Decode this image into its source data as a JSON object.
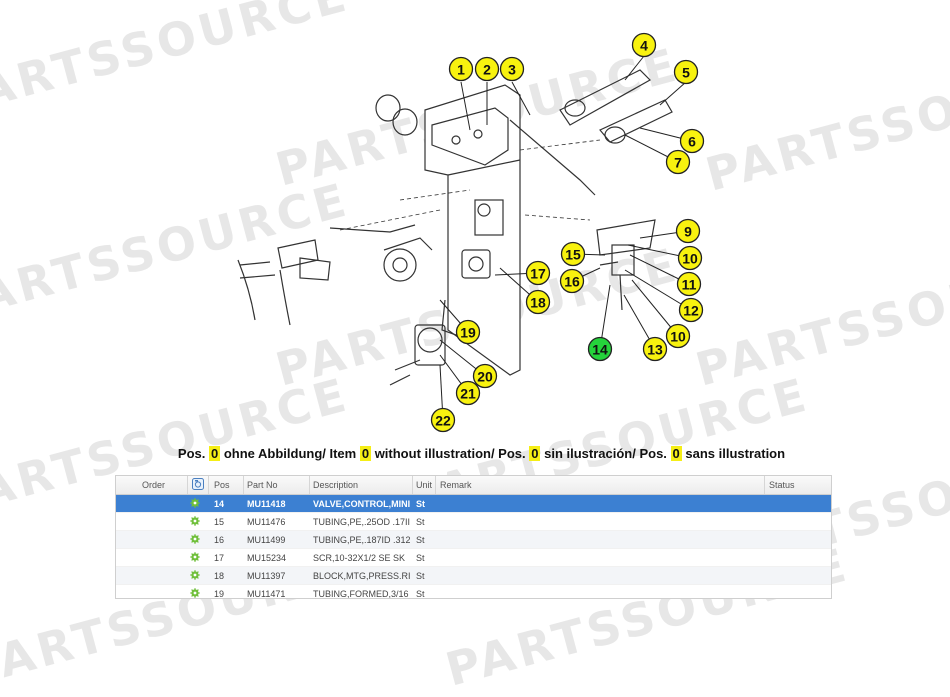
{
  "watermark": "PARTSSOURCE",
  "callouts": [
    "1",
    "2",
    "3",
    "4",
    "5",
    "6",
    "7",
    "9",
    "10",
    "11",
    "12",
    "13",
    "14",
    "15",
    "16",
    "17",
    "18",
    "19",
    "20",
    "21",
    "22",
    "10"
  ],
  "highlighted_callout": "14",
  "colors": {
    "callout_yellow": "#f8f20f",
    "callout_green": "#25d33b",
    "selected_row": "#3c80d2",
    "caption_highlight": "#f5ee16"
  },
  "caption": {
    "pre1": "Pos. ",
    "zero1": "0",
    "post1": " ohne Abbildung/ Item ",
    "zero2": "0",
    "post2": " without illustration/ Pos. ",
    "zero3": "0",
    "post3": " sin ilustración/ Pos. ",
    "zero4": "0",
    "post4": " sans illustration"
  },
  "table": {
    "headers": {
      "order": "Order",
      "icon": "camera-icon",
      "pos": "Pos",
      "part_no": "Part No",
      "description": "Description",
      "unit": "Unit",
      "remark": "Remark",
      "status": "Status"
    },
    "rows": [
      {
        "pos": "14",
        "part_no": "MU11418",
        "description": "VALVE,CONTROL,MINI",
        "unit": "St",
        "selected": true
      },
      {
        "pos": "15",
        "part_no": "MU11476",
        "description": "TUBING,PE,.25OD .17II",
        "unit": "St"
      },
      {
        "pos": "16",
        "part_no": "MU11499",
        "description": "TUBING,PE,.187ID .312",
        "unit": "St"
      },
      {
        "pos": "17",
        "part_no": "MU15234",
        "description": "SCR,10-32X1/2  SE SK",
        "unit": "St"
      },
      {
        "pos": "18",
        "part_no": "MU11397",
        "description": "BLOCK,MTG,PRESS.RI",
        "unit": "St"
      },
      {
        "pos": "19",
        "part_no": "MU11471",
        "description": "TUBING,FORMED,3/16",
        "unit": "St"
      }
    ]
  }
}
